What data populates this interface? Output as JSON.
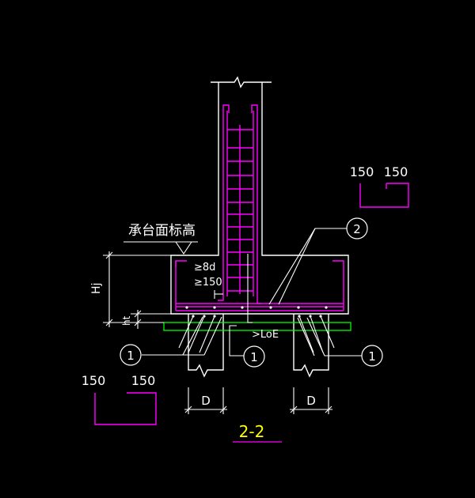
{
  "colors": {
    "background": "#000000",
    "concrete": "#ffffff",
    "rebar": "#ff00ff",
    "cushion": "#00ff00",
    "title": "#ffff00"
  },
  "labels": {
    "cap_top_elevation": "承台面标高",
    "hj": "Hj",
    "ht": "ht",
    "min_8d": "≥8d",
    "min_150": "≥150",
    "anchor_loe": ">LoE",
    "callout_1": "1",
    "callout_2": "2",
    "pile_d": "D",
    "section_title": "2-2"
  },
  "details": {
    "stirrup_right": {
      "dim_a": "150",
      "dim_b": "150"
    },
    "stirrup_left": {
      "dim_a": "150",
      "dim_b": "150"
    }
  }
}
